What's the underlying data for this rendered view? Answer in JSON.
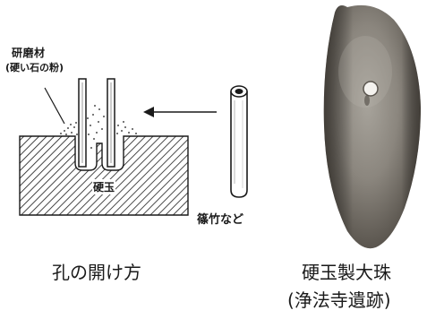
{
  "diagram": {
    "abrasive_label": "研磨材",
    "abrasive_sub_label": "(硬い石の粉)",
    "hard_stone_label": "硬玉",
    "bamboo_label": "篠竹など"
  },
  "captions": {
    "left": "孔の開け方",
    "right_line1": "硬玉製大珠",
    "right_line2": "(浄法寺遺跡)"
  },
  "colors": {
    "ink": "#1a1a1a",
    "jade_dark": "#3f3a34",
    "jade_light": "#9c9890"
  }
}
